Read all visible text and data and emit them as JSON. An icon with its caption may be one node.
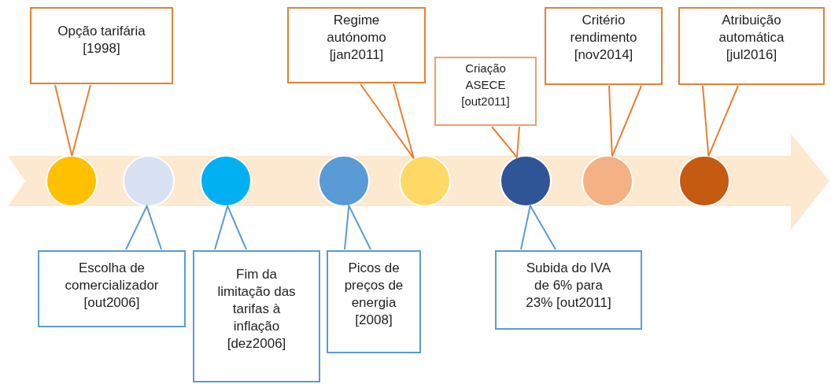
{
  "diagram": {
    "nodes": [
      {
        "text": [
          "Opção tarifária [1998]"
        ]
      },
      {
        "text": [
          "Regime autónomo [jan2011]"
        ]
      },
      {
        "text": [
          "Criação ASECE [out2011]"
        ]
      },
      {
        "text": [
          "Critério rendimento [nov2014]"
        ]
      },
      {
        "text": [
          "Atribuição automática [jul2016]"
        ]
      },
      {
        "text": [],
        "shape": "arrow"
      },
      {
        "text": [],
        "shape": "circle",
        "in": 5
      },
      {
        "text": [],
        "shape": "circle",
        "in": 5
      },
      {
        "text": [],
        "shape": "circle",
        "in": 5
      },
      {
        "text": [],
        "shape": "circle",
        "in": 5
      },
      {
        "text": [],
        "shape": "circle",
        "in": 5
      },
      {
        "text": [],
        "shape": "circle",
        "in": 5
      },
      {
        "text": [],
        "shape": "circle",
        "in": 5
      },
      {
        "text": [],
        "shape": "circle",
        "in": 5
      },
      {
        "text": [
          "Escolha de comercializador [out2006]"
        ]
      },
      {
        "text": [
          "Fim da limitação das tarifas à inflação [dez2006]"
        ]
      },
      {
        "text": [
          "Picos de preços de energia [2008]"
        ]
      },
      {
        "text": [
          "Subida do IVA de 6% para 23% [out2011]"
        ]
      }
    ],
    "edges": [
      {
        "from": 0,
        "to": 6,
        "arrow": "none"
      },
      {
        "from": 1,
        "to": 10,
        "arrow": "none"
      },
      {
        "from": 2,
        "to": 11,
        "arrow": "none"
      },
      {
        "from": 3,
        "to": 12,
        "arrow": "none"
      },
      {
        "from": 4,
        "to": 13,
        "arrow": "none"
      },
      {
        "from": 14,
        "to": 7,
        "arrow": "none",
        "color": "#5b9bd5"
      },
      {
        "from": 15,
        "to": 8,
        "arrow": "none",
        "color": "#5b9bd5"
      },
      {
        "from": 16,
        "to": 9,
        "arrow": "none",
        "color": "#5b9bd5"
      },
      {
        "from": 17,
        "to": 11,
        "arrow": "none",
        "color": "#5b9bd5"
      }
    ]
  }
}
